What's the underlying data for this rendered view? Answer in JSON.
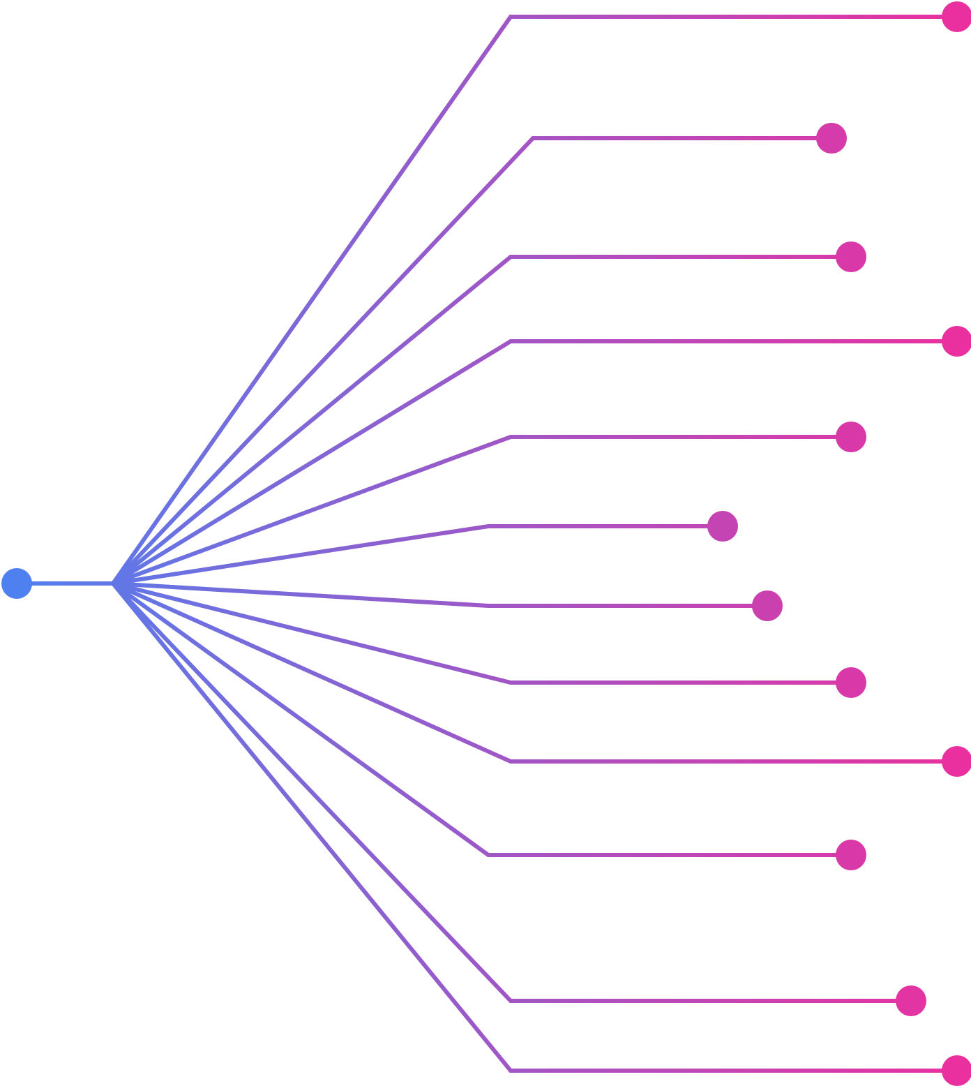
{
  "colors": {
    "start": "#4f80f0",
    "end": "#ec2f9e"
  },
  "diagram": {
    "type": "fan-out connector",
    "root_node": "circle",
    "branch_count": 12
  }
}
